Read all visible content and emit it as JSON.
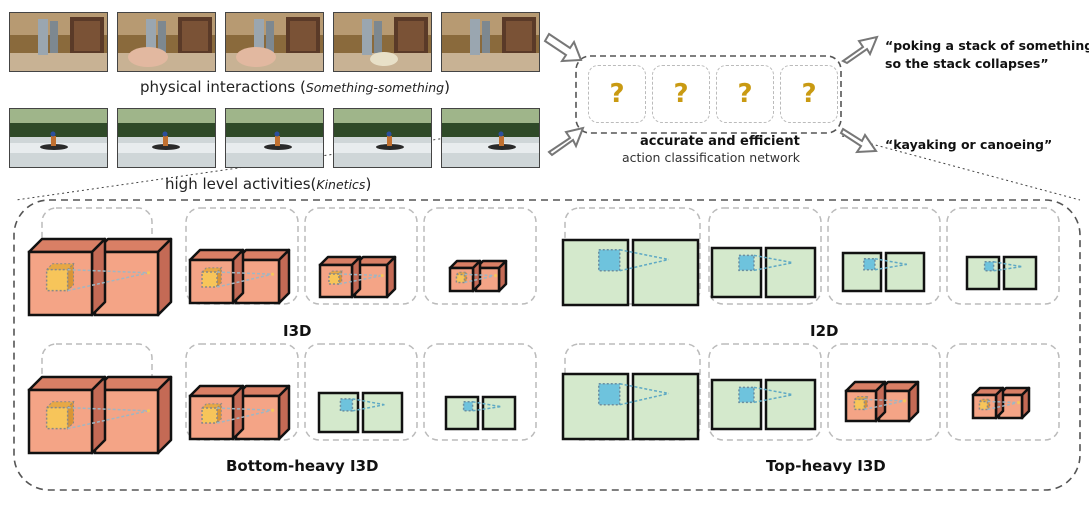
{
  "top": {
    "physical_caption": "physical interactions (",
    "physical_dataset": "Something-something",
    "physical_close": ")",
    "activities_caption": "high level activities(",
    "activities_dataset": "Kinetics",
    "activities_close": ")",
    "network_title": "accurate and efficient",
    "network_subtitle": "action classification network",
    "question_mark": "?",
    "output_1_line1": "“poking a stack of something",
    "output_1_line2": "so the stack collapses”",
    "output_2": "“kayaking or canoeing”"
  },
  "variants": {
    "i3d": "I3D",
    "i2d": "I2D",
    "bottom_heavy": "Bottom-heavy I3D",
    "top_heavy": "Top-heavy I3D"
  },
  "colors": {
    "cube_face": "#f4a486",
    "cube_top": "#d97f65",
    "cube_side": "#c46a55",
    "kernel_3d": "#f7c55a",
    "square_face": "#d4e9cc",
    "kernel_2d": "#6ec3dd",
    "question": "#c99a12",
    "dash": "#bbbbbb",
    "arrow": "#888888"
  }
}
